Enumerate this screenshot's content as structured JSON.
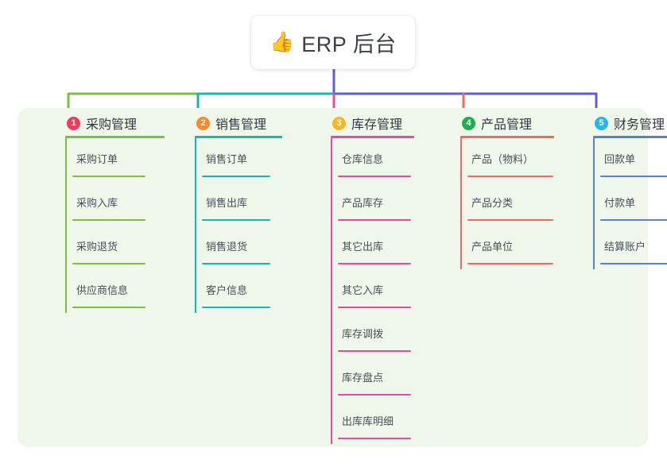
{
  "diagram": {
    "type": "mind-map",
    "root": {
      "icon": "thumbs-up-icon",
      "emoji": "👍",
      "label": "ERP 后台"
    },
    "palette": {
      "panel_background": "#eff7ea",
      "page_background": "#ffffff",
      "card_background": "#ffffff",
      "title_text": "#3b3f46",
      "label_text": "#4a4f57",
      "trunk": "#5b5fd1",
      "bus_green": "#7bc043",
      "bus_teal": "#14b8b0",
      "bus_blue": "#5b5fd1"
    },
    "columns": [
      {
        "number": "1",
        "label": "采购管理",
        "badge_color": "#ef3b5c",
        "line_color": "#7bc043",
        "drop_color": "#7bc043",
        "items": [
          "采购订单",
          "采购入库",
          "采购退货",
          "供应商信息"
        ]
      },
      {
        "number": "2",
        "label": "销售管理",
        "badge_color": "#f58a2e",
        "line_color": "#14b8b0",
        "drop_color": "#14b8b0",
        "items": [
          "销售订单",
          "销售出库",
          "销售退货",
          "客户信息"
        ]
      },
      {
        "number": "3",
        "label": "库存管理",
        "badge_color": "#f5b824",
        "line_color": "#e84a9c",
        "drop_color": "#e84a9c",
        "items": [
          "仓库信息",
          "产品库存",
          "其它出库",
          "其它入库",
          "库存调拨",
          "库存盘点",
          "出库库明细"
        ]
      },
      {
        "number": "4",
        "label": "产品管理",
        "badge_color": "#20ae4f",
        "line_color": "#f4685f",
        "drop_color": "#f4685f",
        "items": [
          "产品（物料）",
          "产品分类",
          "产品单位"
        ]
      },
      {
        "number": "5",
        "label": "财务管理",
        "badge_color": "#29b6e8",
        "line_color": "#5b7fd1",
        "drop_color": "#5b5fd1",
        "items": [
          "回款单",
          "付款单",
          "结算账户"
        ]
      }
    ]
  }
}
